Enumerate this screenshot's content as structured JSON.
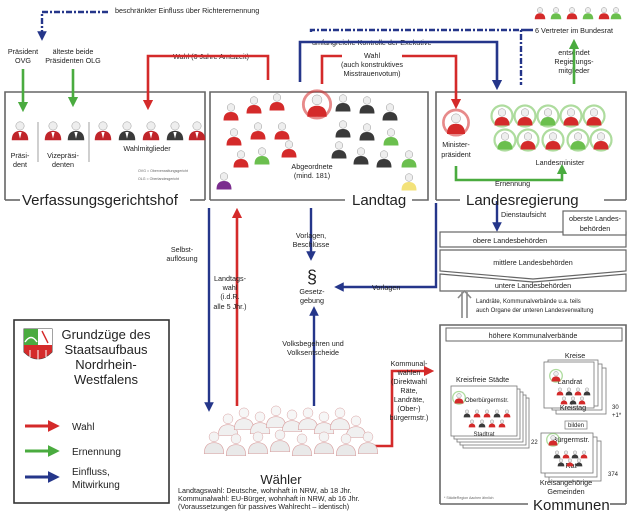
{
  "colors": {
    "wahl": "#d42a2a",
    "ernennung": "#4aab3f",
    "einfluss": "#25368a",
    "box_border": "#666666",
    "person_dark": "#3a3a3a",
    "person_green": "#6bbf4e",
    "person_purple": "#7b2d8e",
    "person_yellow": "#f3e27a"
  },
  "top": {
    "einfluss_richter": "beschränkter Einfluss über Richterernennung",
    "praesident_ovg": [
      "Präsident",
      "OVG"
    ],
    "aelteste_praesidenten": [
      "älteste beide",
      "Präsidenten OLG"
    ],
    "wahl_amtszeit": "Wahl (6 Jahre Amtszeit)",
    "kontrolle": "umfangreiche Kontrolle der Exekutive",
    "wahl_misstrauen": [
      "Wahl",
      "(auch konstruktives",
      "Misstrauenvotum)"
    ],
    "bundesrat": "6 Vertreter im Bundesrat",
    "entsendet": [
      "entsendet",
      "Regierungs-",
      "mitglieder"
    ]
  },
  "vgh": {
    "title": "Verfassungsgerichtshof",
    "praesident": [
      "Präsi-",
      "dent"
    ],
    "vizepraesidenten": [
      "Vizepräsi-",
      "denten"
    ],
    "wahlmitglieder": "Wahlmitglieder",
    "note_ovg": "OVG = Oberverwaltungsgericht",
    "note_olg": "OLG = Oberlandesgericht"
  },
  "landtag": {
    "title": "Landtag",
    "abgeordnete": [
      "Abgeordnete",
      "(mind. 181)"
    ]
  },
  "regierung": {
    "title": "Landesregierung",
    "ministerpraesident": [
      "Minister-",
      "präsident"
    ],
    "landesminister": "Landesminister",
    "ernennung": "Ernennung"
  },
  "middle": {
    "dienstaufsicht": "Dienstaufsicht",
    "selbstaufloesung": [
      "Selbst-",
      "auflösung"
    ],
    "landtagswahl": [
      "Landtags-",
      "wahl",
      "(i.d.R.",
      "alle 5 Jhr.)"
    ],
    "vorlagen_beschluesse": [
      "Vorlagen,",
      "Beschlüsse"
    ],
    "paragraph": "§",
    "gesetzgebung": [
      "Gesetz-",
      "gebung"
    ],
    "vorlagen": "Vorlagen",
    "volksbegehren": [
      "Volksbegehren und",
      "Volksentscheide"
    ],
    "kommunalwahlen": [
      "Kommunal-",
      "wahlen",
      "(Direktwahl",
      "Räte,",
      "Landräte,",
      "(Ober-)",
      "bürgermstr.)"
    ]
  },
  "verwaltung": {
    "oberste": [
      "oberste Landes-",
      "behörden"
    ],
    "obere": "obere Landesbehörden",
    "mittlere": "mittlere Landesbehörden",
    "untere": "untere Landesbehörden",
    "kommunal_note": [
      "Landräte, Kommunalverbände u.a. teils",
      "auch Organe der unteren Landesverwaltung"
    ]
  },
  "legend": {
    "title": [
      "Grundzüge des",
      "Staatsaufbaus",
      "Nordrhein-",
      "Westfalens"
    ],
    "wahl": "Wahl",
    "ernennung": "Ernennung",
    "einfluss": [
      "Einfluss,",
      "Mitwirkung"
    ]
  },
  "waehler": {
    "title": "Wähler",
    "line1": "Landtagswahl: Deutsche, wohnhaft in NRW, ab 18 Jhr.",
    "line2": "Kommunalwahl: EU-Bürger, wohnhaft in NRW, ab 16 Jhr.",
    "line3": "(Voraussetzungen für passives Wahlrecht – identisch)"
  },
  "kommunen": {
    "title": "Kommunen",
    "hoehere": "höhere Kommunalverbände",
    "kreise": "Kreise",
    "kreisfreie": "Kreisfreie Städte",
    "oberbuergermstr": "Oberbürgermstr.",
    "stadtrat": "Stadtrat",
    "num_22": "22",
    "landrat": "Landrat",
    "kreistag": "Kreistag",
    "num_30": "30",
    "num_1": "+1*",
    "bilden": "bilden",
    "buergermstr": "Bürgermstr.",
    "rat": "Rat",
    "kreisangehoerige": [
      "Kreisangehörige",
      "Gemeinden"
    ],
    "num_374": "374",
    "footnote": "* StädteRegion Aachen ähnlich"
  }
}
